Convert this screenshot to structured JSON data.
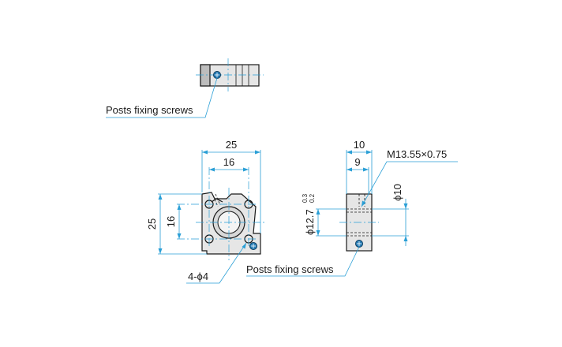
{
  "labels": {
    "top_screws": "Posts fixing screws",
    "bottom_screws": "Posts fixing screws",
    "holes": "4-ϕ4",
    "thread": "M13.55×0.75",
    "bore_dia": "ϕ12.7",
    "bore_tol_upper": "0.3",
    "bore_tol_lower": "0.2",
    "outer_dia": "ϕ10"
  },
  "dimensions": {
    "front_width": "25",
    "front_inner_width": "16",
    "front_height": "25",
    "front_inner_height": "16",
    "side_width": "10",
    "side_inner_width": "9"
  },
  "colors": {
    "dimension_lines": "#2a9fd6",
    "part_outline": "#1a1a1a"
  }
}
